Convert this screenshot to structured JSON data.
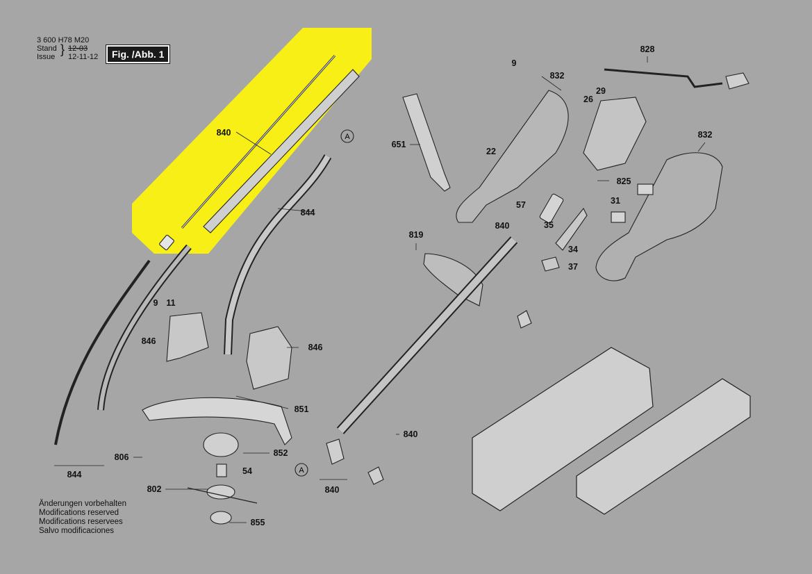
{
  "header": {
    "doc_number": "3 600 H78 M20",
    "stand_label": "Stand",
    "issue_label": "Issue",
    "stand_date_struck": "12-03",
    "issue_date": "12-11-12",
    "figure_label": "Fig. /Abb. 1"
  },
  "highlight_color": "#f7ef15",
  "background_color": "#a6a6a6",
  "reference_marker": "A",
  "part_labels": {
    "p840_top": "840",
    "p844_mid": "844",
    "p844_bot": "844",
    "p9_left": "9",
    "p11": "11",
    "p846_left": "846",
    "p846_right": "846",
    "p851": "851",
    "p806": "806",
    "p852": "852",
    "p54": "54",
    "p802": "802",
    "p855": "855",
    "p840_shaft": "840",
    "p840_clamp": "840",
    "p651": "651",
    "p22": "22",
    "p9_top": "9",
    "p832_left": "832",
    "p828": "828",
    "p26": "26",
    "p29": "29",
    "p825": "825",
    "p832_right": "832",
    "p57": "57",
    "p840_spring": "840",
    "p35": "35",
    "p34": "34",
    "p37": "37",
    "p31": "31",
    "p819": "819"
  },
  "footer_lines": [
    "Änderungen vorbehalten",
    "Modifications reserved",
    "Modifications reservees",
    "Salvo modificaciones"
  ]
}
